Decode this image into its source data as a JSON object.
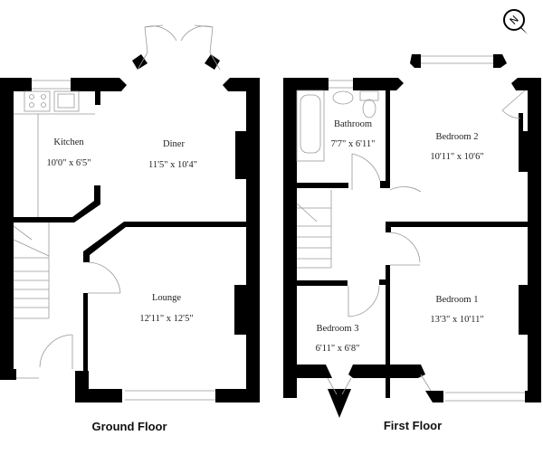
{
  "ground_floor": {
    "title": "Ground Floor",
    "rooms": [
      {
        "name": "Kitchen",
        "size": "10'0\" x 6'5\""
      },
      {
        "name": "Diner",
        "size": "11'5\" x 10'4\""
      },
      {
        "name": "Lounge",
        "size": "12'11\" x 12'5\""
      }
    ]
  },
  "first_floor": {
    "title": "First Floor",
    "rooms": [
      {
        "name": "Bathroom",
        "size": "7'7\" x 6'11\""
      },
      {
        "name": "Bedroom 2",
        "size": "10'11\" x 10'6\""
      },
      {
        "name": "Bedroom 1",
        "size": "13'3\" x 10'11\""
      },
      {
        "name": "Bedroom 3",
        "size": "6'11\" x 6'8\""
      }
    ]
  },
  "compass": {
    "label": "N",
    "icon": "compass-north-icon"
  },
  "colors": {
    "wall": "#000000",
    "line": "#aaaaaa"
  }
}
